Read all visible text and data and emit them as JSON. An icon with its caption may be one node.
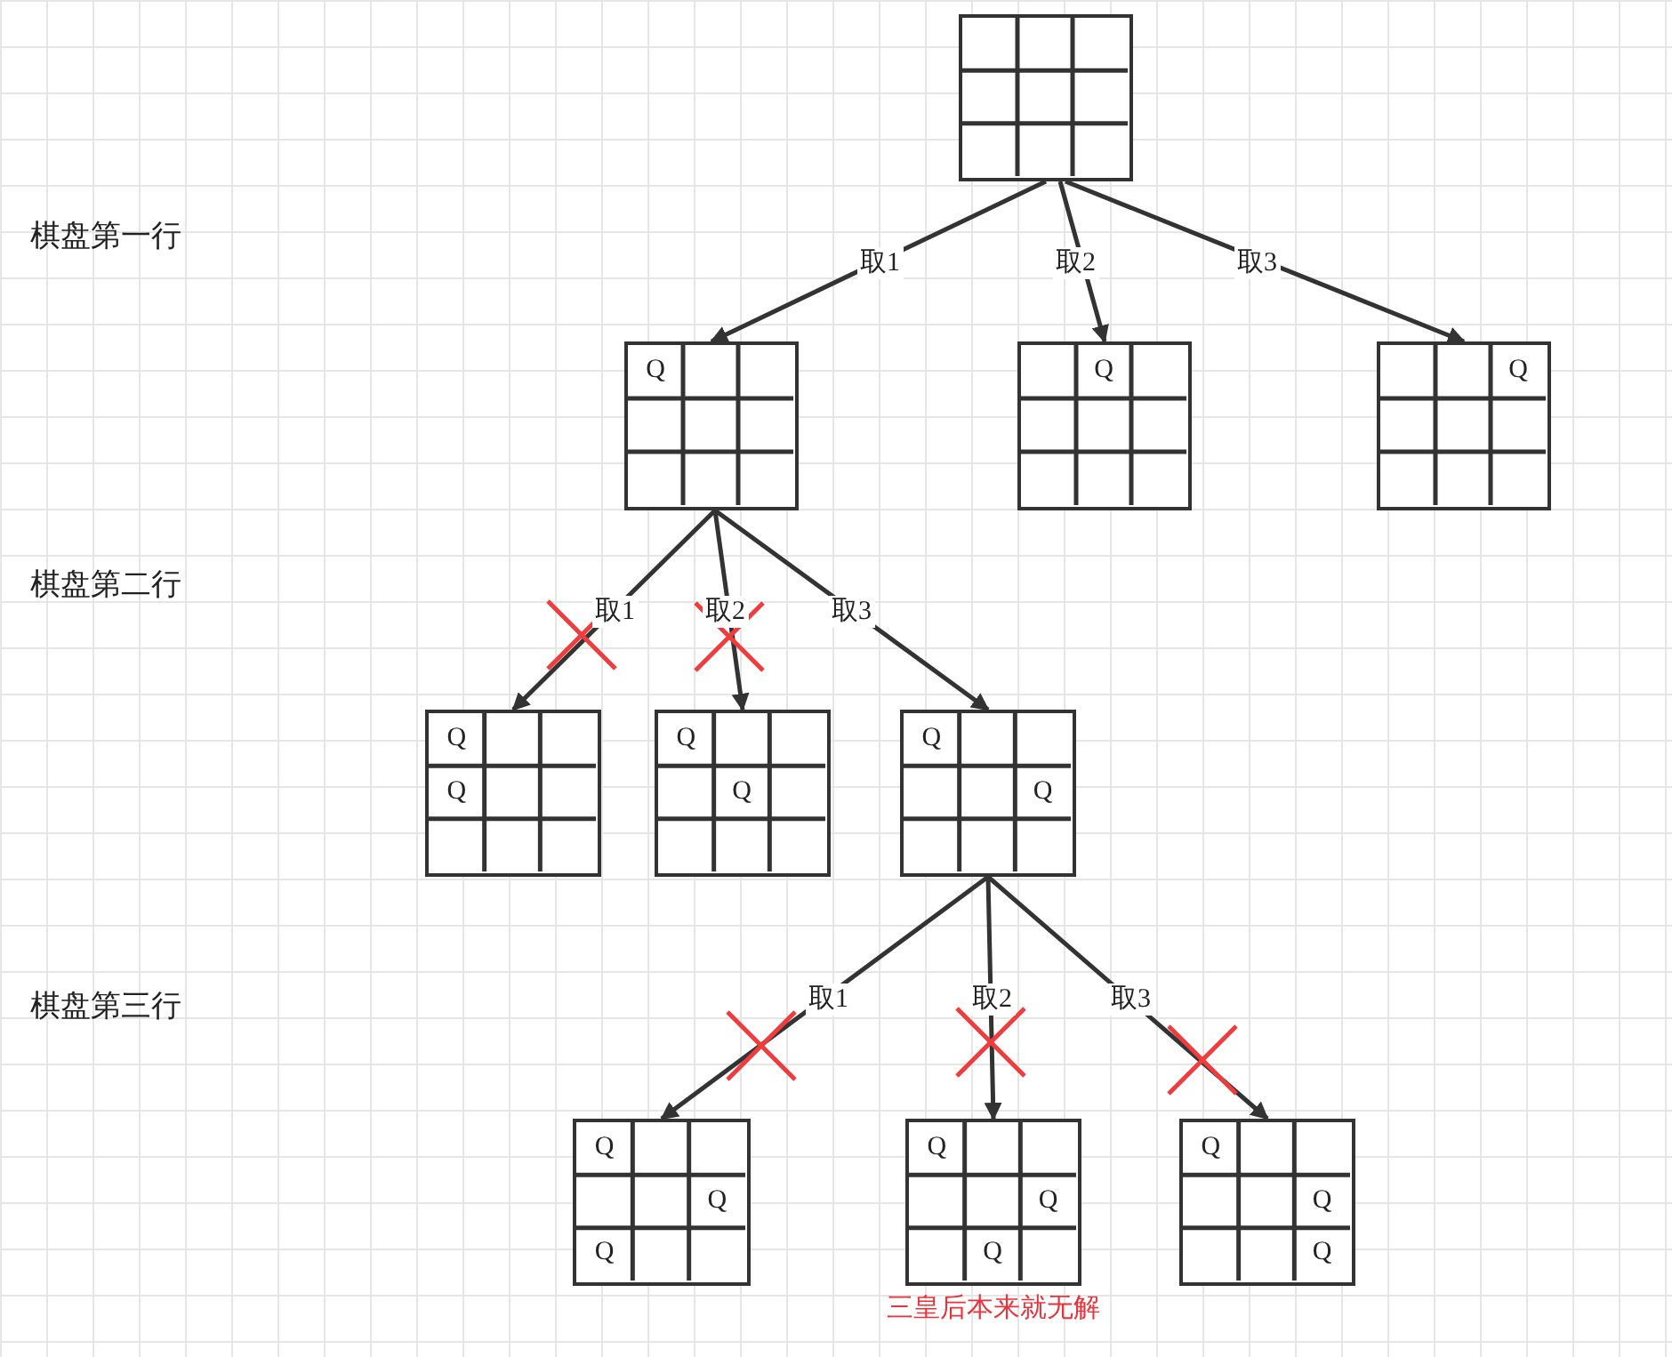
{
  "diagram": {
    "nodes": [
      {
        "text": [],
        "shape": "box"
      },
      {
        "text": [
          "Q"
        ]
      },
      {
        "text": [
          "Q"
        ]
      },
      {
        "text": [
          "Q"
        ]
      },
      {
        "text": [
          "Q",
          "Q"
        ]
      },
      {
        "text": [
          "Q",
          "Q"
        ]
      },
      {
        "text": [
          "Q",
          "Q"
        ]
      },
      {
        "text": [
          "Q",
          "Q",
          "Q"
        ]
      },
      {
        "text": [
          "Q",
          "Q",
          "Q"
        ],
        "beside": [
          "三皇后本来就无解"
        ]
      },
      {
        "text": [
          "Q",
          "Q",
          "Q"
        ]
      }
    ],
    "edges": [
      {
        "from": 0,
        "to": 1,
        "arrow": "to",
        "label": "取1"
      },
      {
        "from": 0,
        "to": 2,
        "arrow": "to",
        "label": "取2"
      },
      {
        "from": 0,
        "to": 3,
        "arrow": "to",
        "label": "取3"
      },
      {
        "from": 1,
        "to": 4,
        "arrow": "to",
        "label": "取1"
      },
      {
        "from": 1,
        "to": 5,
        "arrow": "to",
        "label": "取2"
      },
      {
        "from": 1,
        "to": 6,
        "arrow": "to",
        "label": "取3"
      },
      {
        "from": 6,
        "to": 7,
        "arrow": "to",
        "label": "取1"
      },
      {
        "from": 6,
        "to": 8,
        "arrow": "to",
        "label": "取2"
      },
      {
        "from": 6,
        "to": 9,
        "arrow": "to",
        "label": "取3"
      }
    ],
    "labels": [
      "棋盘第一行",
      "棋盘第二行",
      "棋盘第三行"
    ]
  }
}
